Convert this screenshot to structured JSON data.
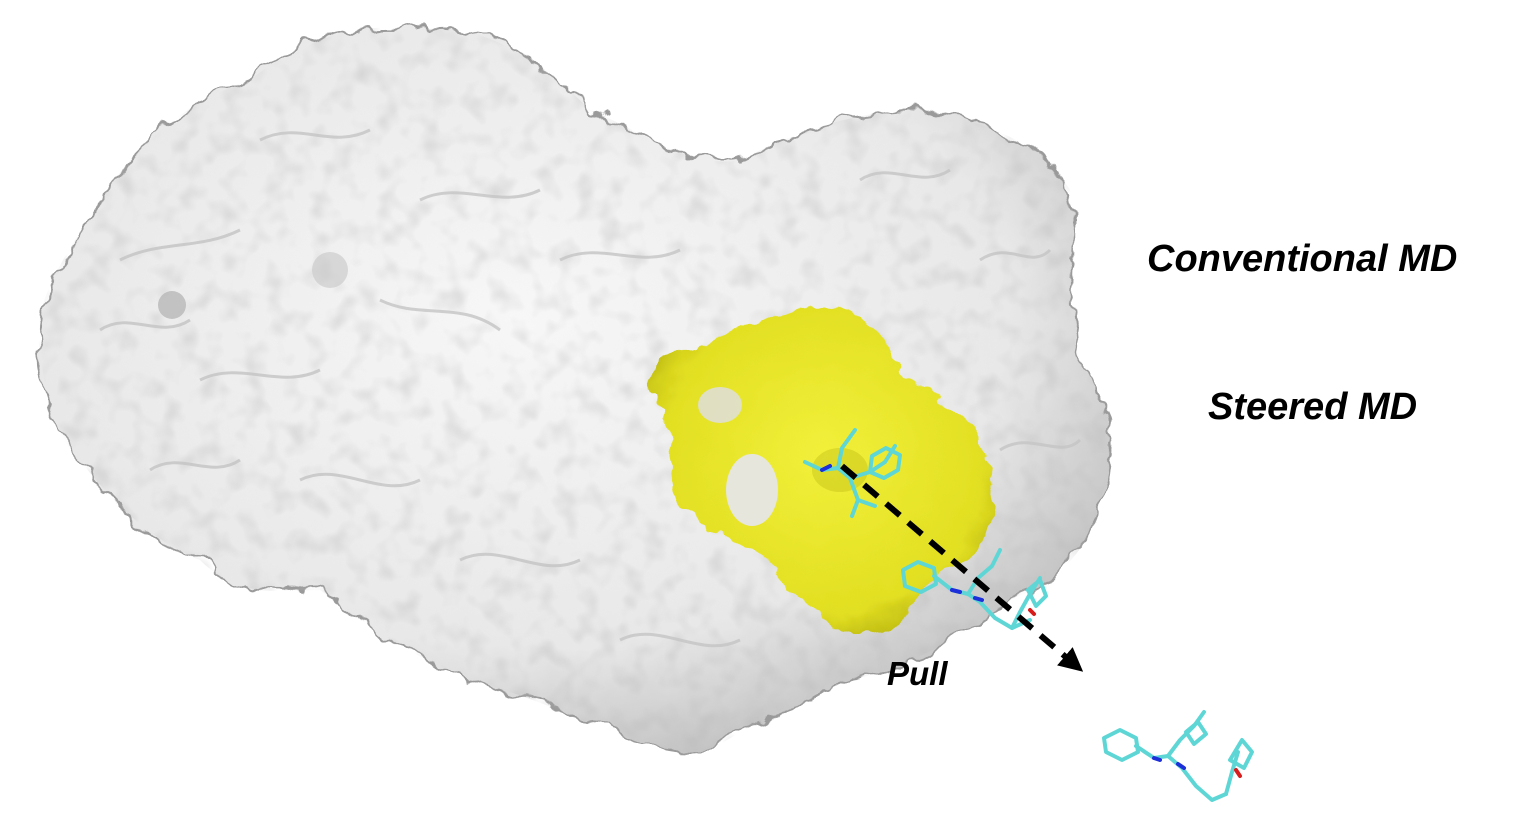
{
  "labels": {
    "conventional": "Conventional MD",
    "steered": "Steered MD",
    "pull": "Pull"
  },
  "colors": {
    "protein_surface": "#eeeeee",
    "protein_shadow": "#b9b9b9",
    "binding_site": "#ecea2a",
    "ligand_carbon": "#5ed6d6",
    "ligand_nitrogen": "#1c2fd8",
    "ligand_oxygen": "#d81c1c",
    "arrow": "#000000"
  },
  "icons": {
    "protein": "protein-surface-icon",
    "binding_site": "binding-pocket-icon",
    "ligand": "ligand-stick-model-icon",
    "arrow": "pull-arrow-icon"
  }
}
